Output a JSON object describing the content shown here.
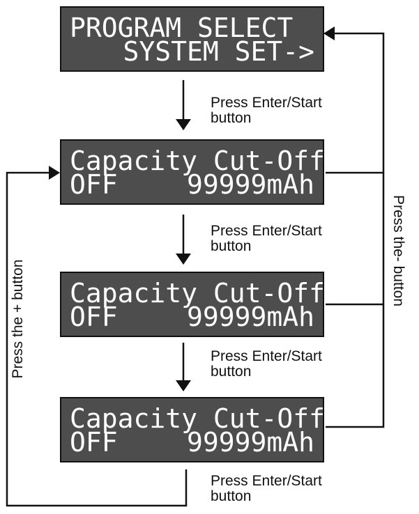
{
  "screens": [
    {
      "line1": "PROGRAM SELECT",
      "line2": "SYSTEM SET->"
    },
    {
      "line1": "Capacity Cut-Off",
      "line2_left": "OFF",
      "line2_right": "99999mAh"
    },
    {
      "line1": "Capacity Cut-Off",
      "line2_left": "OFF",
      "line2_right": "99999mAh"
    },
    {
      "line1": "Capacity Cut-Off",
      "line2_left": "OFF",
      "line2_right": "99999mAh"
    }
  ],
  "enter_note": {
    "line1": "Press Enter/Start",
    "line2": "button"
  },
  "side_labels": {
    "left": "Press the + button",
    "right": "Press the- button"
  },
  "colors": {
    "lcd_background": "#4d4d4d",
    "lcd_text": "#ffffff",
    "line": "#111111"
  }
}
